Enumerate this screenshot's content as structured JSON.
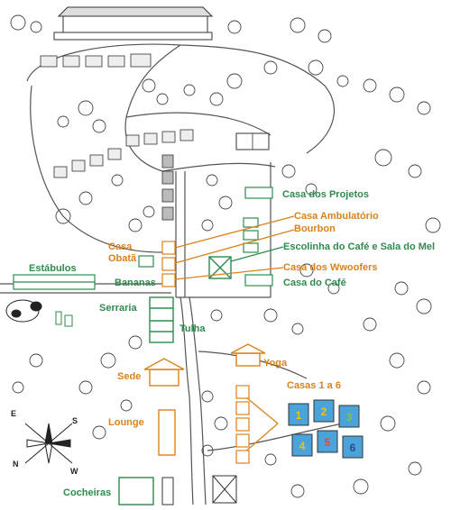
{
  "colors": {
    "green": "#2e8b4e",
    "orange": "#d9821a",
    "ink": "#333333",
    "tree": "#444444"
  },
  "labels": {
    "casa_dos_projetos": "Casa dos Projetos",
    "casa_ambulatorio": "Casa Ambulatório",
    "bourbon": "Bourbon",
    "escolinha": "Escolinha do Café e Sala do Mel",
    "casa_obata_1": "Casa",
    "casa_obata_2": "Obatã",
    "estabulos": "Estábulos",
    "casa_dos_wwoofers": "Casa dos Wwoofers",
    "bananas": "Bananas",
    "casa_do_cafe": "Casa do Café",
    "serraria": "Serraria",
    "tulha": "Tulha",
    "yoga": "Yoga",
    "sede": "Sede",
    "casas_1_6": "Casas 1 a 6",
    "lounge": "Lounge",
    "cocheiras": "Cocheiras"
  },
  "compass": {
    "n": "N",
    "s": "S",
    "e": "E",
    "w": "W"
  },
  "house_numbers": [
    "1",
    "2",
    "3",
    "4",
    "5",
    "6"
  ]
}
